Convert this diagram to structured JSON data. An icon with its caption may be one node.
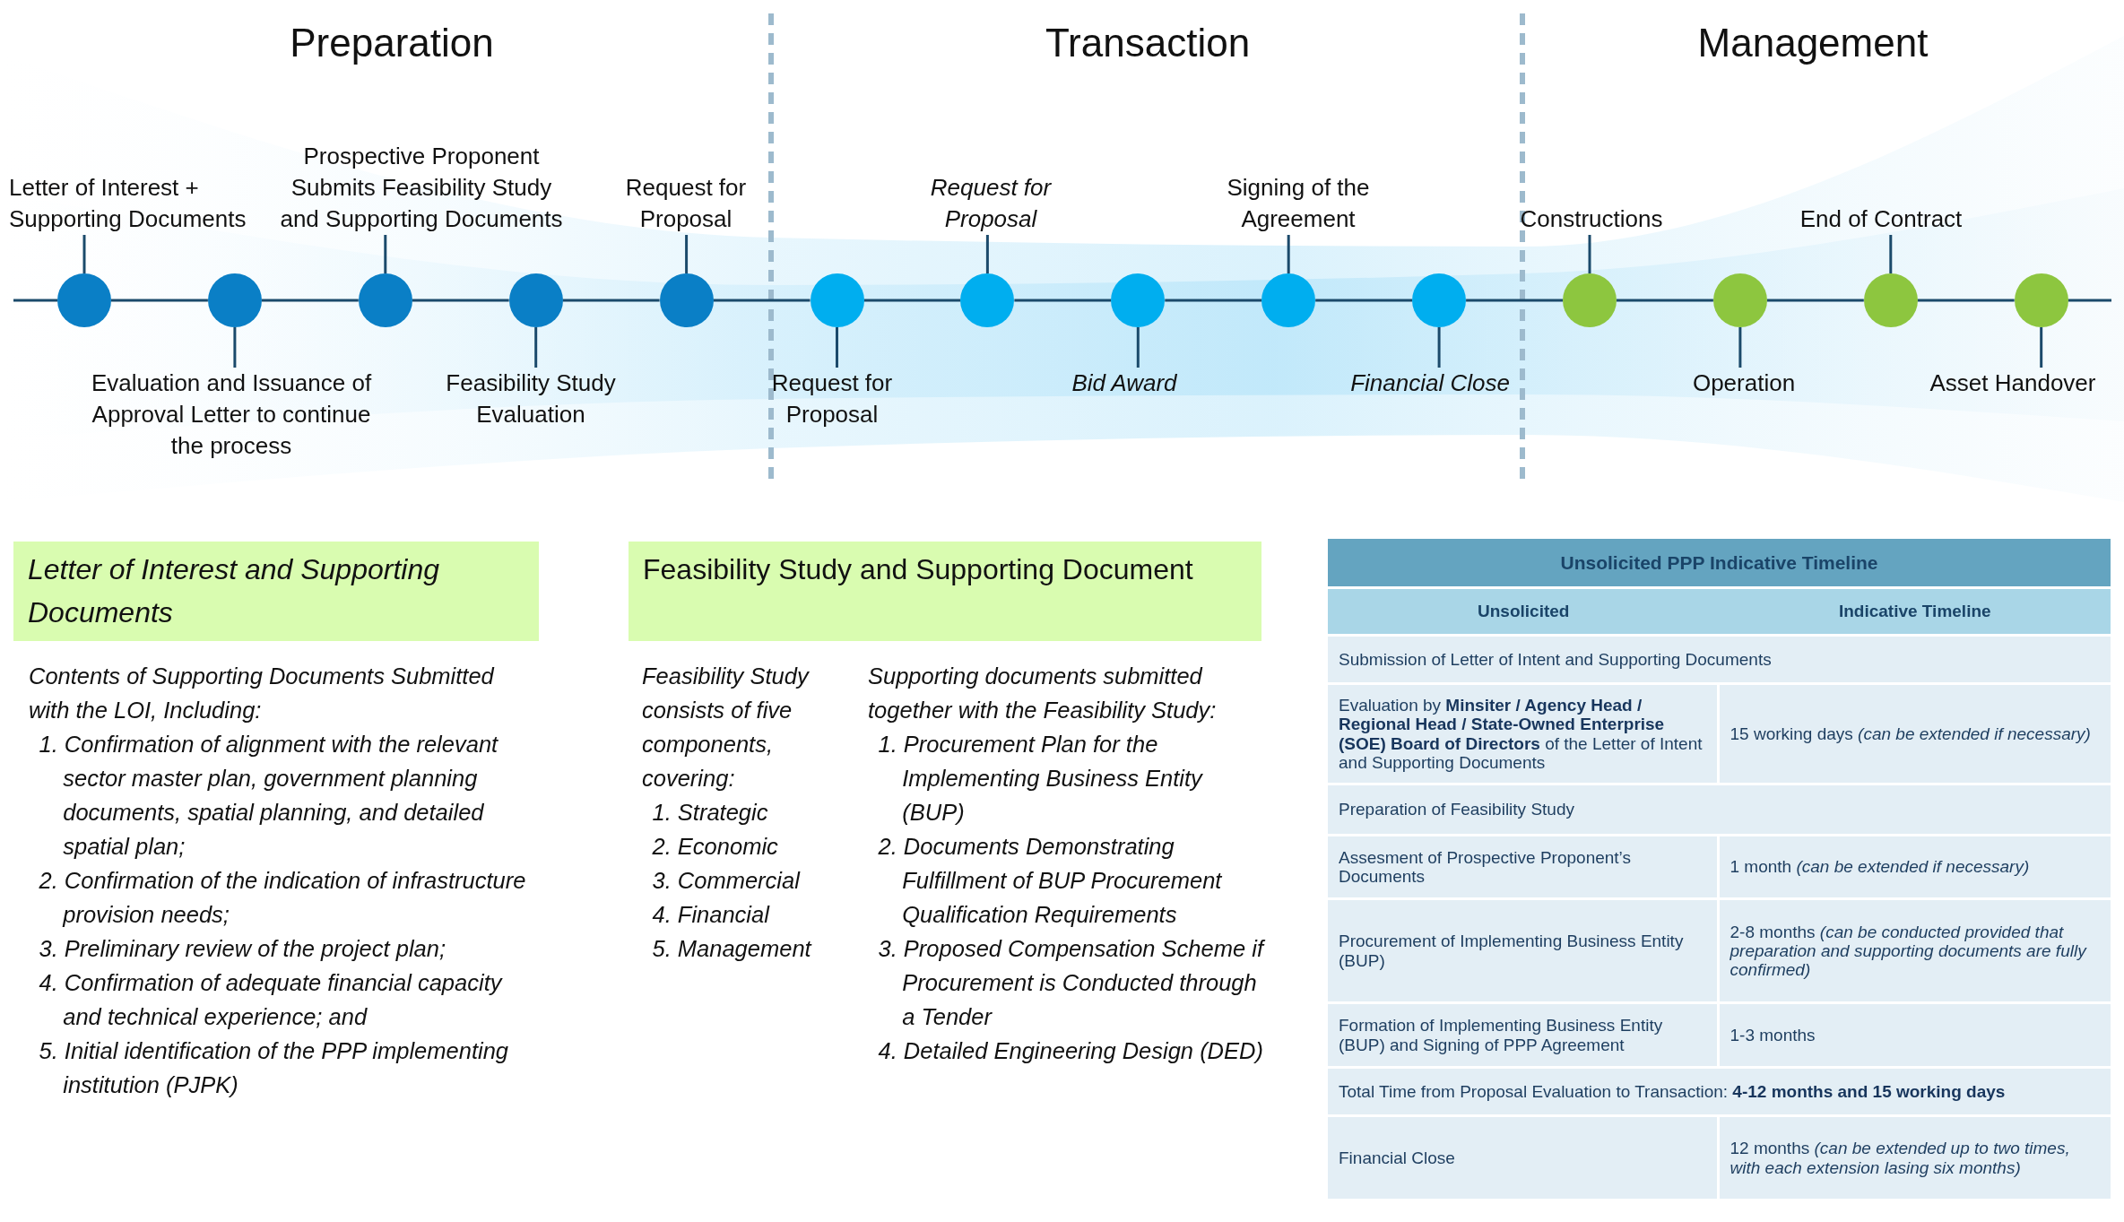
{
  "diagram": {
    "nodes": [
      {
        "text": [
          "Letter of Interest + Supporting Documents"
        ]
      },
      {
        "text": [],
        "shape": "circle"
      },
      {
        "text": [
          "Evaluation and Issuance of Approval Letter to continue the process"
        ]
      },
      {
        "text": [],
        "shape": "circle"
      },
      {
        "text": [
          "Prospective Proponent Submits Feasibility Study and Supporting Documents"
        ]
      },
      {
        "text": [],
        "shape": "circle"
      },
      {
        "text": [
          "Feasibility Study Evaluation"
        ]
      },
      {
        "text": [],
        "shape": "circle"
      },
      {
        "text": [
          "Request for Proposal"
        ]
      },
      {
        "text": [],
        "shape": "circle"
      },
      {
        "text": [
          "Request for Proposal"
        ]
      },
      {
        "text": [],
        "shape": "circle"
      },
      {
        "text": [
          "Request for Proposal"
        ]
      },
      {
        "text": [],
        "shape": "circle"
      },
      {
        "text": [
          "Bid Award"
        ]
      },
      {
        "text": [],
        "shape": "circle"
      },
      {
        "text": [
          "Signing of the Agreement"
        ]
      },
      {
        "text": [],
        "shape": "circle"
      },
      {
        "text": [
          "Financial Close"
        ]
      },
      {
        "text": [],
        "shape": "circle"
      },
      {
        "text": [
          "Constructions"
        ]
      },
      {
        "text": [],
        "shape": "circle"
      },
      {
        "text": [
          "Operation"
        ]
      },
      {
        "text": [],
        "shape": "circle"
      },
      {
        "text": [
          "End of Contract"
        ]
      },
      {
        "text": [],
        "shape": "circle"
      },
      {
        "text": [
          "Asset Handover"
        ]
      },
      {
        "text": [],
        "shape": "circle"
      },
      {
        "text": [
          "Letter of Interest and Supporting Documents"
        ]
      },
      {
        "text": [
          "Feasibility Study and Supporting Document"
        ]
      }
    ],
    "edges": [
      {
        "from": 0,
        "to": 1,
        "arrow": "none"
      },
      {
        "from": 2,
        "to": 3,
        "arrow": "none"
      },
      {
        "from": 4,
        "to": 5,
        "arrow": "none"
      },
      {
        "from": 6,
        "to": 7,
        "arrow": "none"
      },
      {
        "from": 8,
        "to": 9,
        "arrow": "none"
      },
      {
        "from": 10,
        "to": 11,
        "arrow": "none"
      },
      {
        "from": 12,
        "to": 13,
        "arrow": "none"
      },
      {
        "from": 14,
        "to": 15,
        "arrow": "none"
      },
      {
        "from": 16,
        "to": 17,
        "arrow": "none"
      },
      {
        "from": 18,
        "to": 19,
        "arrow": "none"
      },
      {
        "from": 20,
        "to": 21,
        "arrow": "none"
      },
      {
        "from": 22,
        "to": 23,
        "arrow": "none"
      },
      {
        "from": 24,
        "to": 25,
        "arrow": "none"
      },
      {
        "from": 26,
        "to": 27,
        "arrow": "none"
      },
      {
        "from": null,
        "to": 1,
        "arrow": "none"
      },
      {
        "from": 1,
        "to": 3,
        "arrow": "none"
      },
      {
        "from": 3,
        "to": 5,
        "arrow": "none"
      },
      {
        "from": 5,
        "to": 7,
        "arrow": "none"
      },
      {
        "from": 7,
        "to": 9,
        "arrow": "none"
      },
      {
        "from": 9,
        "to": 11,
        "arrow": "none"
      },
      {
        "from": 11,
        "to": 13,
        "arrow": "none"
      },
      {
        "from": 13,
        "to": 15,
        "arrow": "none"
      },
      {
        "from": 15,
        "to": 17,
        "arrow": "none"
      },
      {
        "from": 17,
        "to": 19,
        "arrow": "none"
      },
      {
        "from": 19,
        "to": 21,
        "arrow": "none"
      },
      {
        "from": 21,
        "to": 23,
        "arrow": "none"
      },
      {
        "from": 23,
        "to": 25,
        "arrow": "none"
      },
      {
        "from": 25,
        "to": 27,
        "arrow": "none"
      },
      {
        "from": 27,
        "to": null,
        "arrow": "none"
      }
    ],
    "labels": [
      "Preparation",
      "Transaction",
      "Management",
      "Contents of Supporting Documents Submitted with the LOI, Including:",
      "1. Confirmation of alignment with the relevant sector master plan, government planning documents, spatial planning, and detailed spatial plan;",
      "2. Confirmation of the indication of infrastructure provision needs;",
      "3. Preliminary review of the project plan;",
      "4. Confirmation of adequate financial capacity and technical experience; and",
      "5. Initial identification of the PPP implementing institution (PJPK)",
      "Feasibility Study consists of five components, covering:",
      "1. Strategic",
      "2. Economic",
      "3. Commercial",
      "4. Financial",
      "5. Management",
      "Supporting documents submitted together with the Feasibility Study:",
      "1. Procurement Plan for the Implementing Business Entity (BUP)",
      "2. Documents Demonstrating Fulfillment of BUP Procurement Qualification Requirements",
      "3. Proposed Compensation Scheme if Procurement is Conducted through a Tender",
      "4. Detailed Engineering Design (DED)",
      "Unsolicited PPP Indicative Timeline",
      "Unsolicited",
      "Indicative Timeline",
      "Submission of Letter of Intent and Supporting Documents",
      "Evaluation by **Minsiter / Agency Head / Regional Head / State-Owned Enterprise (SOE) Board of Directors** of the Letter of Intent and Supporting Documents",
      "15 working days *(can be extended if necessary)*",
      "Preparation of Feasibility Study",
      "Assesment of Prospective Proponent’s Documents",
      "1 month *(can be extended if necessary)*",
      "Procurement of Implementing Business Entity (BUP)",
      "2-8 months *(can be conducted provided that preparation and supporting documents are fully confirmed)*",
      "Formation of Implementing Business Entity (BUP) and Signing of PPP Agreement",
      "1-3 months",
      "Total Time from Proposal Evaluation to Transaction: **4-12 months and 15 working days**",
      "Financial Close",
      "12 months *(can be extended up to two times, with each extension lasing six months)*"
    ]
  }
}
